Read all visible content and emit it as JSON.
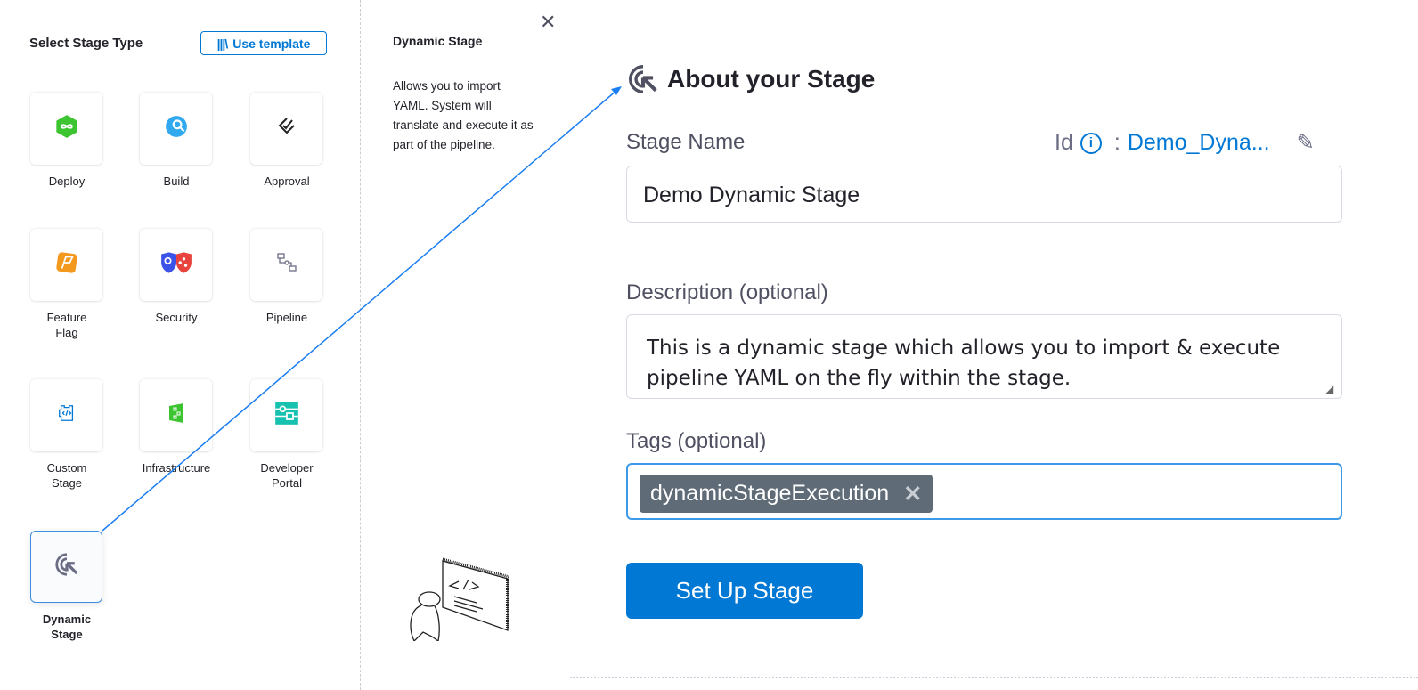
{
  "left_panel": {
    "title": "Select Stage Type",
    "use_template_label": "Use template",
    "stages": [
      {
        "label": "Deploy",
        "icon": "deploy-icon"
      },
      {
        "label": "Build",
        "icon": "build-icon"
      },
      {
        "label": "Approval",
        "icon": "approval-icon"
      },
      {
        "label": "Feature Flag",
        "icon": "feature-flag-icon"
      },
      {
        "label": "Security",
        "icon": "security-icon"
      },
      {
        "label": "Pipeline",
        "icon": "pipeline-icon"
      },
      {
        "label": "Custom Stage",
        "icon": "custom-stage-icon"
      },
      {
        "label": "Infrastructure",
        "icon": "infrastructure-icon"
      },
      {
        "label": "Developer Portal",
        "icon": "developer-portal-icon"
      },
      {
        "label": "Dynamic Stage",
        "icon": "dynamic-stage-icon",
        "selected": true
      }
    ]
  },
  "info_panel": {
    "title": "Dynamic Stage",
    "description": "Allows you to import YAML. System will translate and execute it as part of the pipeline."
  },
  "form": {
    "heading": "About your Stage",
    "stage_name_label": "Stage Name",
    "id_label": "Id",
    "id_separator": ":",
    "id_value": "Demo_Dyna...",
    "stage_name_value": "Demo Dynamic Stage",
    "description_label": "Description (optional)",
    "description_value": "This is a dynamic stage which allows you to import & execute pipeline YAML on the fly within the stage.",
    "tags_label": "Tags (optional)",
    "tags": [
      "dynamicStageExecution"
    ],
    "submit_label": "Set Up Stage"
  },
  "colors": {
    "accent": "#0278d5",
    "chip": "#5f6b77"
  }
}
